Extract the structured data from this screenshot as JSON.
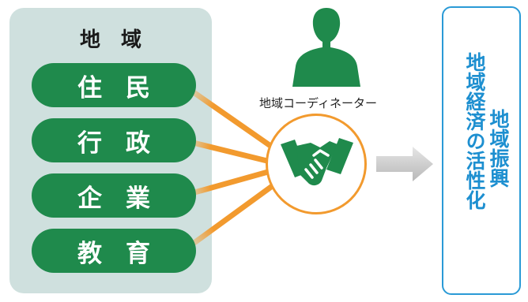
{
  "region": {
    "title": "地域",
    "stakeholders": [
      "住民",
      "行政",
      "企業",
      "教育"
    ]
  },
  "coordinator": {
    "label": "地域コーディネーター",
    "icon": "person-silhouette-icon"
  },
  "hub": {
    "icon": "handshake-icon"
  },
  "outcome": {
    "line1": "地域振興",
    "line2": "地域経済の活性化"
  },
  "colors": {
    "panel_bg": "#cfe0de",
    "pill_green": "#1f8a4c",
    "accent_orange": "#f29a2e",
    "outcome_blue": "#1d8fd0",
    "arrow_gray": "#c8c8c8"
  }
}
